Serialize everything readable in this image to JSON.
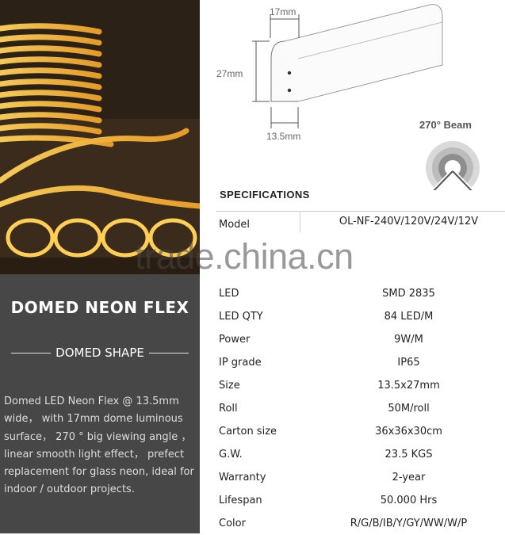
{
  "left": {
    "title": "DOMED NEON FLEX",
    "shape_label": "DOMED SHAPE",
    "description": "Domed LED Neon Flex @ 13.5mm wide， with 17mm dome luminous surface， 270 ° big viewing angle ， linear smooth light effect， prefect replacement for glass neon, ideal for indoor / outdoor projects."
  },
  "diagram": {
    "top_width": "17mm",
    "height": "27mm",
    "bottom_width": "13.5mm",
    "beam_angle": "270°  Beam"
  },
  "specs": {
    "heading": "SPECIFICATIONS",
    "rows": [
      {
        "label": "Model",
        "value": "OL-NF-240V/120V/24V/12V"
      },
      {
        "label": "LED",
        "value": "SMD 2835"
      },
      {
        "label": "LED QTY",
        "value": "84 LED/M"
      },
      {
        "label": "Power",
        "value": "9W/M"
      },
      {
        "label": "IP grade",
        "value": "IP65"
      },
      {
        "label": "Size",
        "value": "13.5x27mm"
      },
      {
        "label": "Roll",
        "value": "50M/roll"
      },
      {
        "label": "Carton size",
        "value": "36x36x30cm"
      },
      {
        "label": "G.W.",
        "value": "23.5 KGS"
      },
      {
        "label": "Warranty",
        "value": "2-year"
      },
      {
        "label": "Lifespan",
        "value": "50.000 Hrs"
      },
      {
        "label": "Color",
        "value": "R/G/B/IB/Y/GY/WW/W/P"
      }
    ]
  },
  "watermark": "trade.china.cn",
  "colors": {
    "panel": "#474747",
    "neon": "#f5b83a"
  }
}
